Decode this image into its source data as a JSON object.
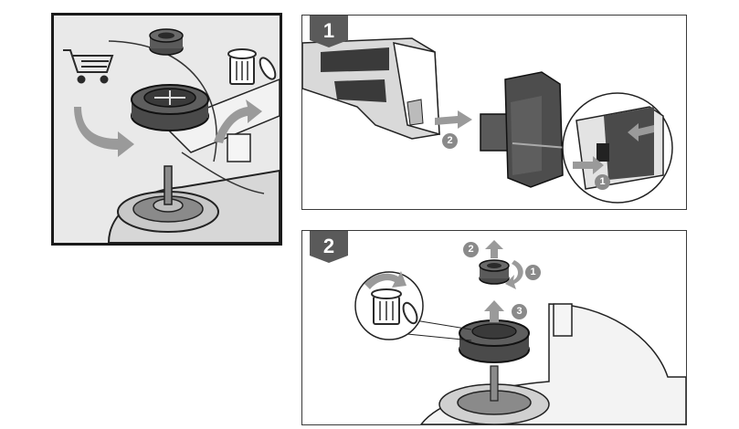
{
  "steps": {
    "step1": {
      "number": "1",
      "callouts": [
        "1",
        "2"
      ]
    },
    "step2": {
      "number": "2",
      "callouts": [
        "1",
        "2",
        "3"
      ]
    }
  },
  "icons": {
    "overview": [
      "shopping-cart-icon",
      "trash-bin-icon",
      "spool-icon",
      "cap-icon",
      "arrow-icon"
    ],
    "step1": [
      "battery-icon",
      "tool-handle-icon",
      "release-button-icon",
      "arrow-icon"
    ],
    "step2": [
      "trash-bin-icon",
      "spool-icon",
      "cap-icon",
      "rotate-arrow-icon",
      "up-arrow-icon"
    ]
  },
  "colors": {
    "flag": "#5a5a5a",
    "badge": "#8a8a8a",
    "arrow": "#9a9a9a",
    "overview_bg": "#e9e9e9"
  }
}
